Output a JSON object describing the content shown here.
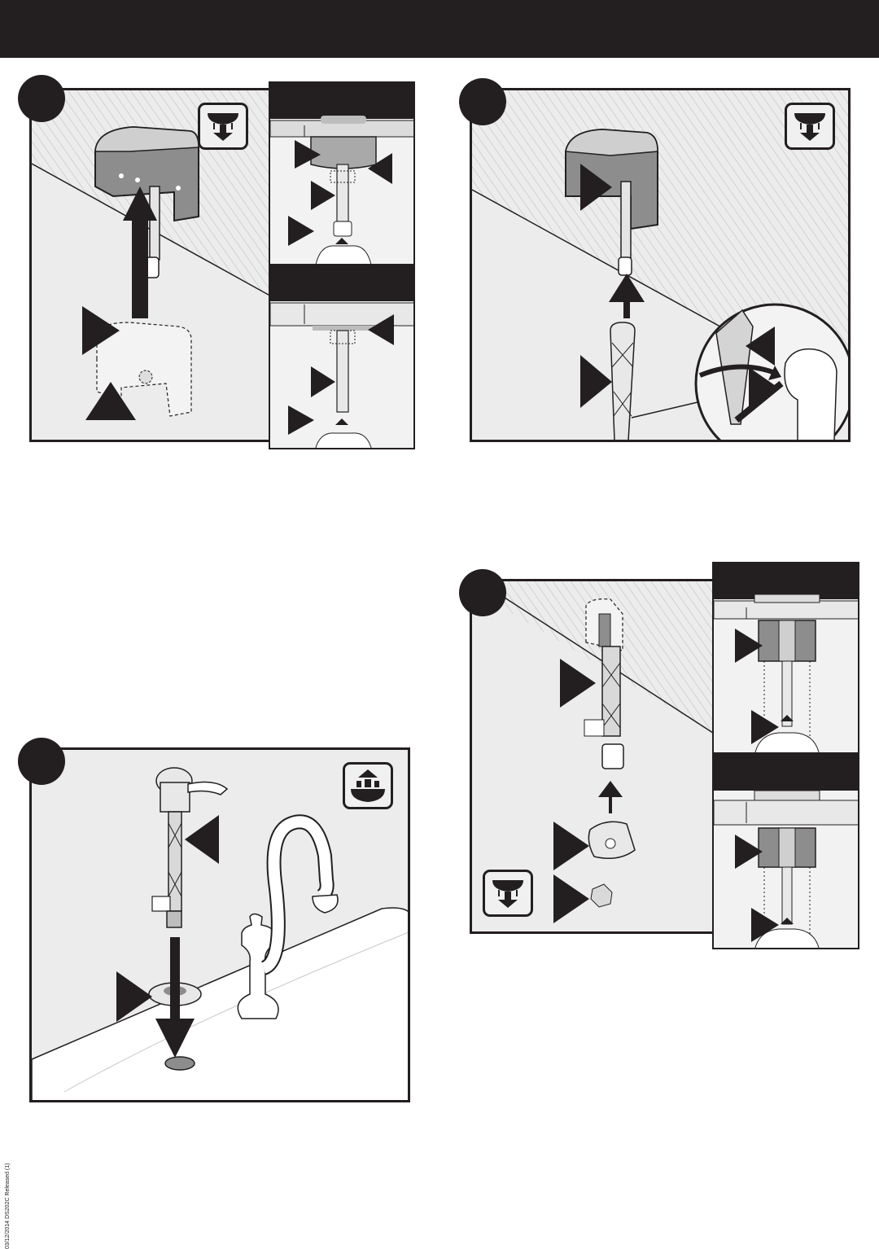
{
  "header": {
    "color": "#231f20"
  },
  "colors": {
    "ink": "#231f20",
    "panel_bg": "#ececec",
    "counter": "#ffffff",
    "hatch": "#b8b8b8"
  },
  "steps": [
    {
      "panel": "mount-bracket",
      "icon": "below-sink-icon"
    },
    {
      "panel": "attach-hose",
      "icon": "below-sink-icon"
    },
    {
      "panel": "insert-soap-dispenser",
      "icon": "above-sink-icon"
    },
    {
      "panel": "connect-supply-line",
      "icon": "below-sink-icon"
    }
  ],
  "footer": {
    "code_line1": "03/12/2014 DS202C",
    "code_line2": "Released (1)"
  }
}
